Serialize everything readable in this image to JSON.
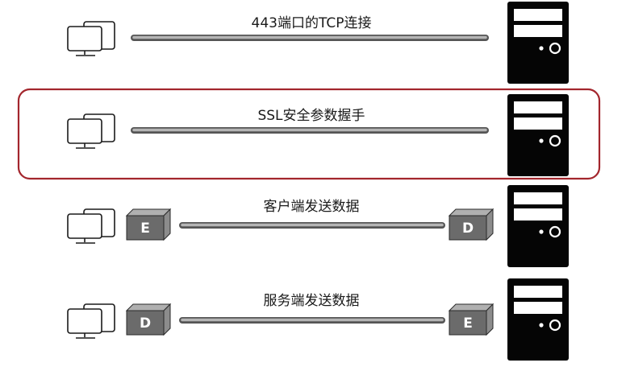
{
  "steps": [
    {
      "label": "443端口的TCP连接",
      "highlighted": false,
      "client_box": "",
      "server_box": ""
    },
    {
      "label": "SSL安全参数握手",
      "highlighted": true,
      "client_box": "",
      "server_box": ""
    },
    {
      "label": "客户端发送数据",
      "highlighted": false,
      "client_box": "E",
      "server_box": "D"
    },
    {
      "label": "服务端发送数据",
      "highlighted": false,
      "client_box": "D",
      "server_box": "E"
    }
  ],
  "icons": {
    "client": "computer-monitor-icon",
    "server": "server-tower-icon",
    "box": "cube-box-icon"
  },
  "colors": {
    "highlight_border": "#a3262d",
    "server_fill": "#050505",
    "box_fill": "#6b6b6b",
    "connector": "#8a8a8a"
  }
}
